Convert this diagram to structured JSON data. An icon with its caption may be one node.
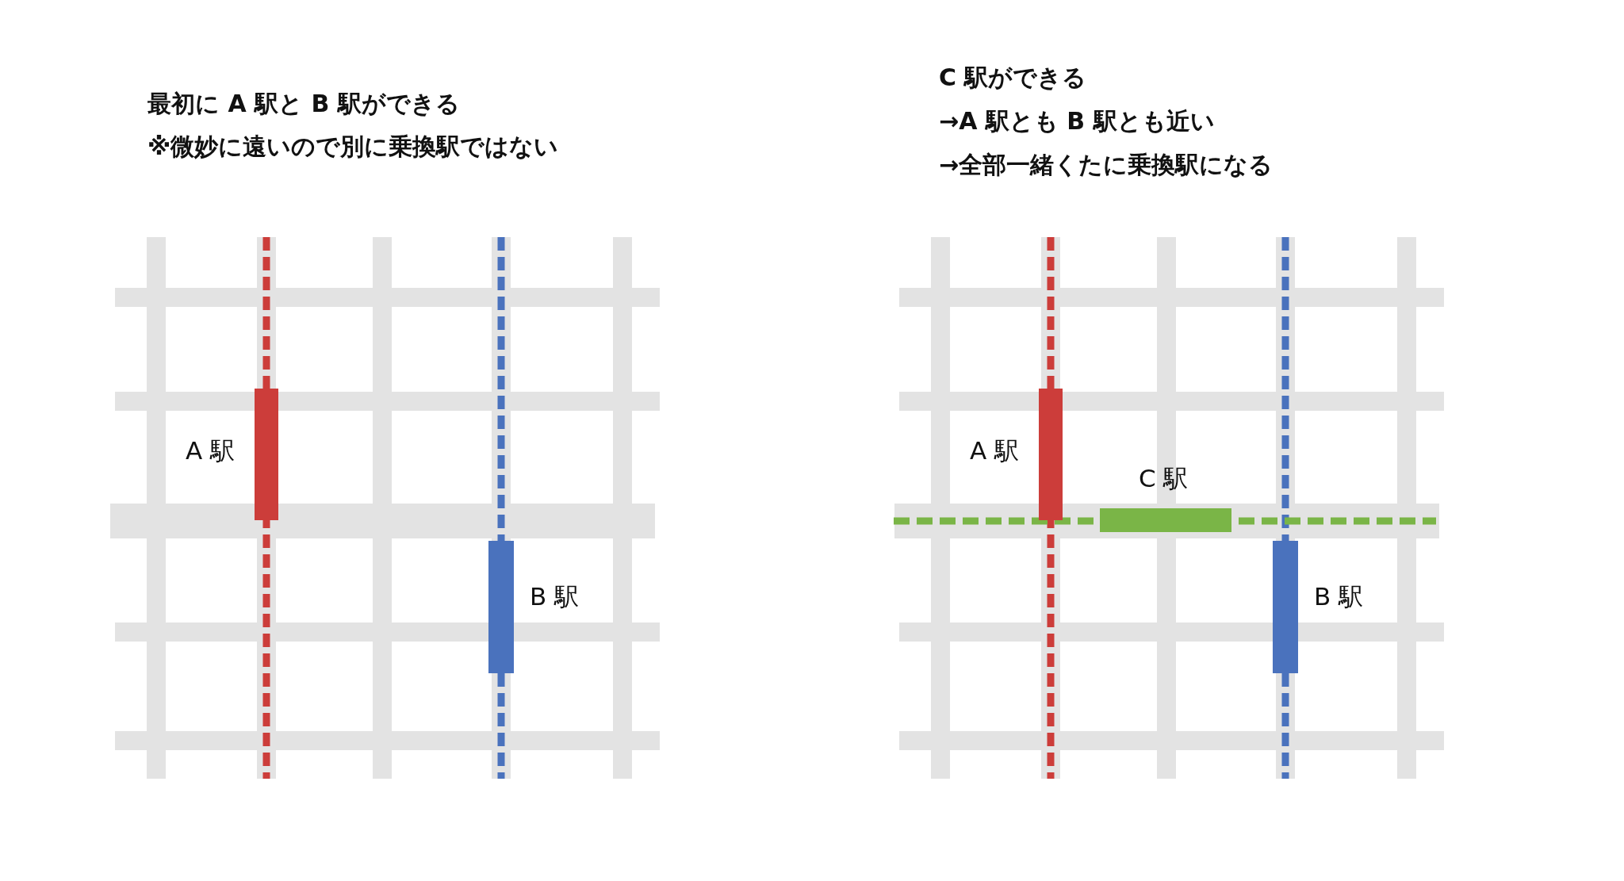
{
  "diagram": {
    "nodes": [
      {
        "text": [],
        "shape": "bar",
        "beside": [
          "A 駅"
        ]
      },
      {
        "text": [],
        "shape": "bar",
        "beside": [
          "B 駅"
        ]
      },
      {
        "text": [],
        "shape": "bar",
        "beside": [
          "A 駅"
        ]
      },
      {
        "text": [],
        "shape": "bar",
        "beside": [
          "C 駅"
        ]
      },
      {
        "text": [],
        "shape": "bar",
        "beside": [
          "B 駅"
        ]
      }
    ],
    "labels": [
      "最初に A 駅と B 駅ができる",
      "※微妙に遠いので別に乗換駅ではない",
      "C 駅ができる",
      "→A 駅とも B 駅とも近い",
      "→全部一緒くたに乗換駅になる"
    ]
  }
}
